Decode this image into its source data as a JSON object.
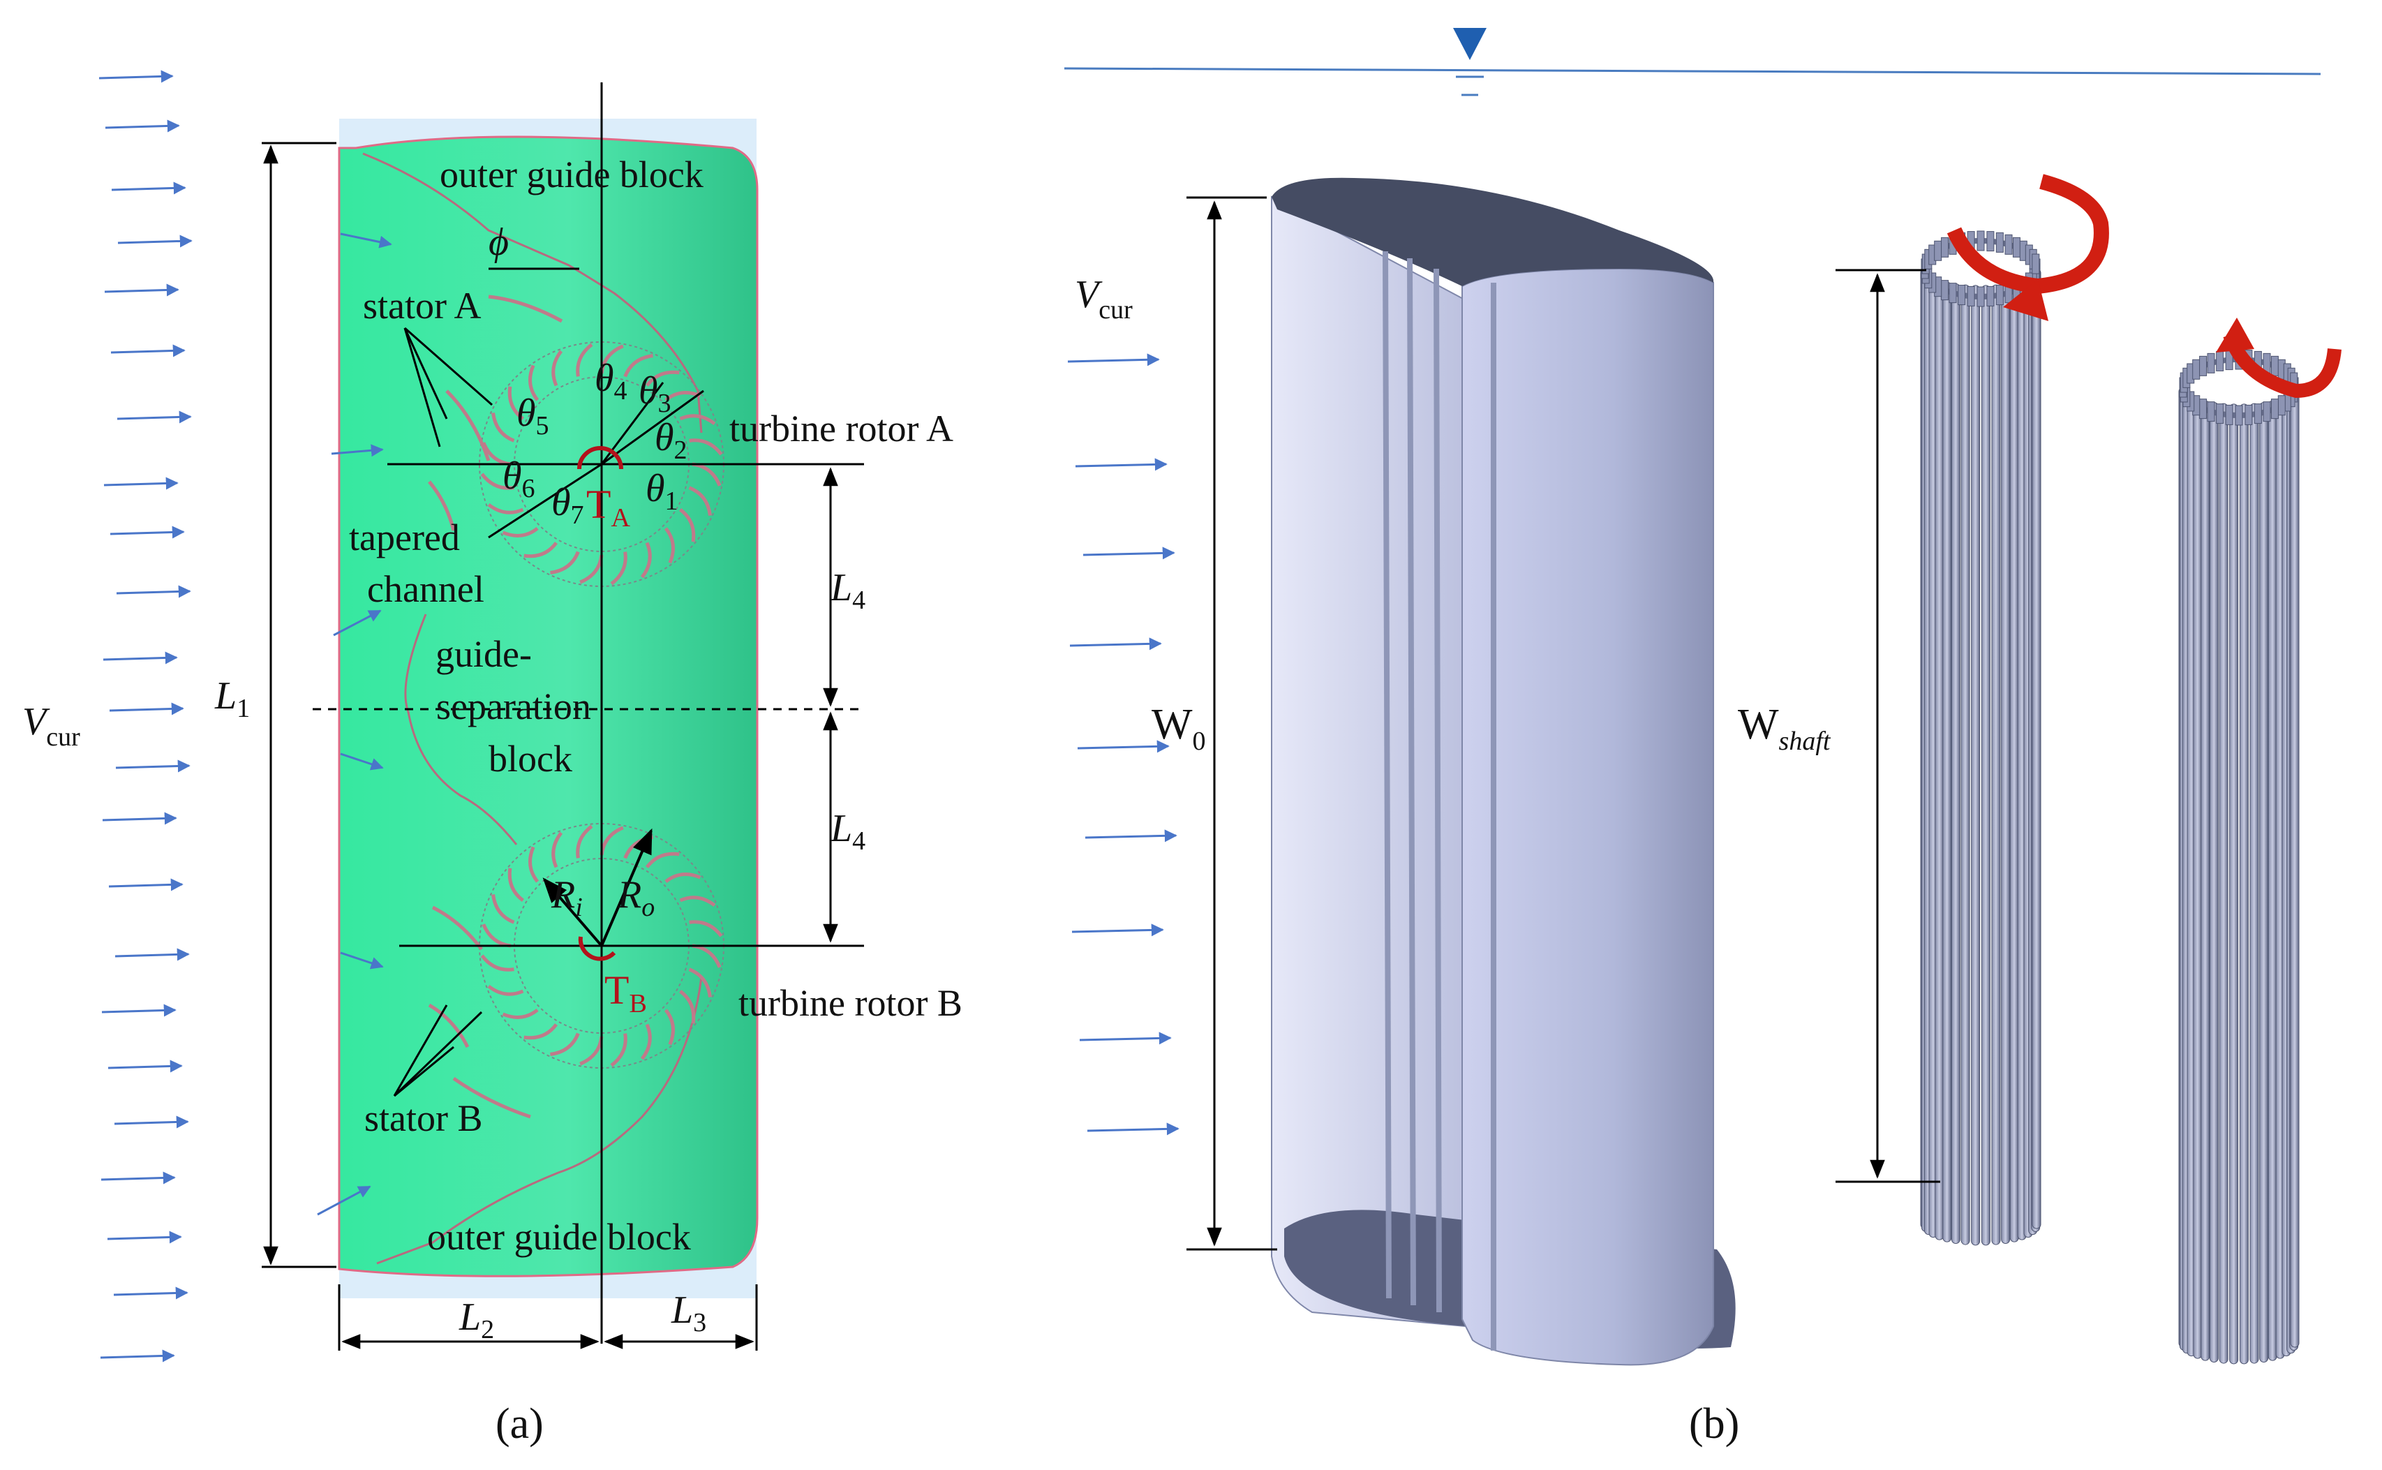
{
  "panel_a": {
    "caption": "(a)",
    "labels": {
      "outer_guide_top": "outer guide block",
      "outer_guide_bottom": "outer guide block",
      "stator_a": "stator A",
      "stator_b": "stator B",
      "turbine_rotor_a": "turbine rotor A",
      "turbine_rotor_b": "turbine rotor B",
      "tapered_1": "tapered",
      "tapered_2": "channel",
      "gs_1": "guide-",
      "gs_2": "separation",
      "gs_3": "block"
    },
    "symbols": {
      "phi": "ϕ",
      "theta": "θ",
      "theta_subs": [
        "1",
        "2",
        "3",
        "4",
        "5",
        "6",
        "7"
      ],
      "T": "T",
      "T_sub_a": "A",
      "T_sub_b": "B",
      "R": "R",
      "R_sub_i": "i",
      "R_sub_o": "o",
      "L": "L",
      "L1_sub": "1",
      "L2_sub": "2",
      "L3_sub": "3",
      "L4_sub": "4",
      "V": "V",
      "V_sub": "cur"
    }
  },
  "panel_b": {
    "caption": "(b)",
    "symbols": {
      "W": "W",
      "W0_sub": "0",
      "Wshaft_sub": "shaft",
      "V": "V",
      "V_sub": "cur"
    }
  },
  "colors": {
    "flow_arrow": "#4a76c9",
    "hull_fill": "#3eeaa5",
    "background_panel": "#dcedfa",
    "torque_red": "#b3121b",
    "rotation_arrow": "#d11f12",
    "water_line": "#4a7cc0",
    "block_shade": "#9fa6c9",
    "block_top": "#4a5168",
    "turbine_blade": "#6a718f"
  }
}
